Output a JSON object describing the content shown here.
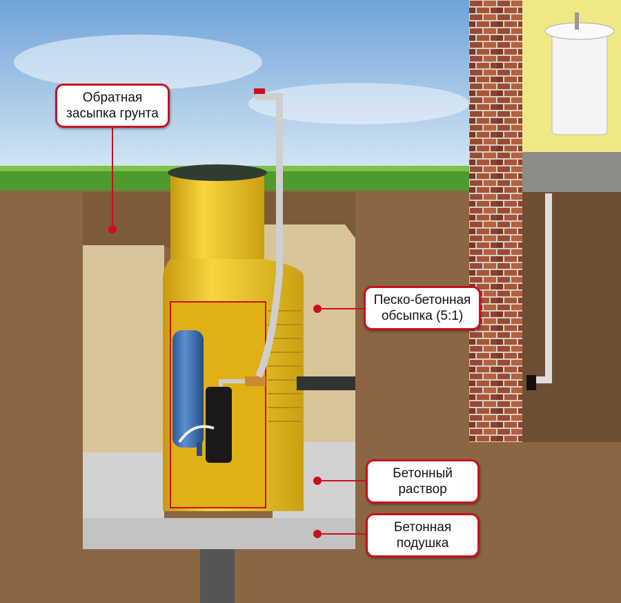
{
  "labels": {
    "backfill": {
      "line1": "Обратная",
      "line2": "засыпка грунта"
    },
    "sand_concrete": {
      "line1": "Песко-бетонная",
      "line2": "обсыпка (5:1)"
    },
    "concrete_mortar": {
      "line1": "Бетонный",
      "line2": "раствор"
    },
    "concrete_cushion": {
      "line1": "Бетонная",
      "line2": "подушка"
    }
  },
  "colors": {
    "accent": "#c8101e",
    "caisson": "#e6bd22",
    "soil": "#8b6642",
    "sand": "#d9c59a",
    "concrete": "#cfcfcf"
  }
}
